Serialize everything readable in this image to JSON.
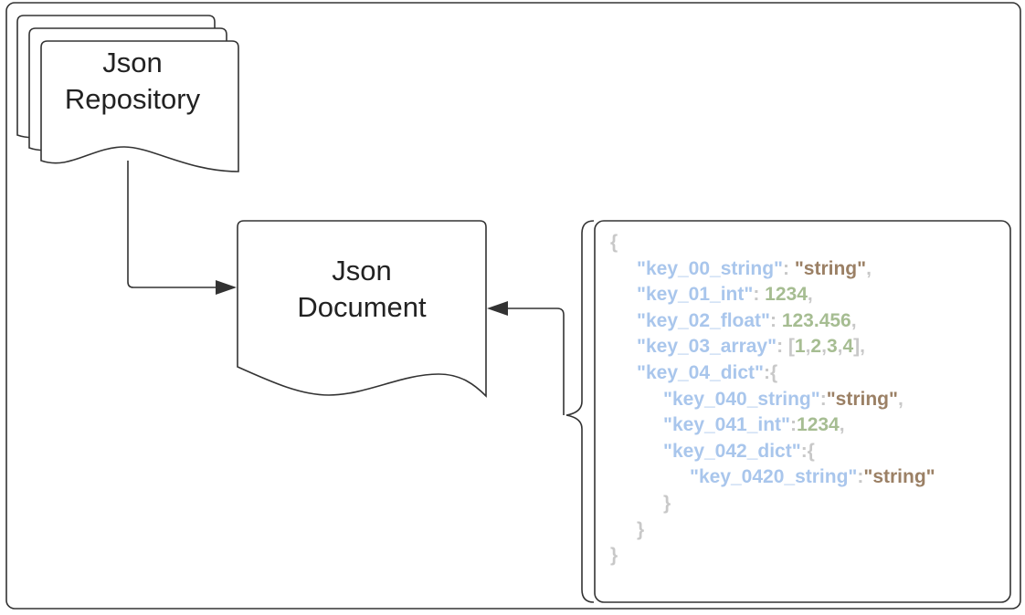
{
  "colors": {
    "frame": "#333333",
    "key": "#a9c6ec",
    "string": "#9b8065",
    "number": "#a6bd92",
    "punct": "#c8c8c8"
  },
  "repository": {
    "line1": "Json",
    "line2": "Repository"
  },
  "document": {
    "line1": "Json",
    "line2": "Document"
  },
  "json_sample": {
    "lines": [
      {
        "indent": 0,
        "parts": [
          {
            "t": "punct",
            "v": "{"
          }
        ]
      },
      {
        "indent": 1,
        "parts": [
          {
            "t": "key",
            "v": "\"key_00_string\""
          },
          {
            "t": "punct",
            "v": ": "
          },
          {
            "t": "str",
            "v": "\"string\""
          },
          {
            "t": "punct",
            "v": ","
          }
        ]
      },
      {
        "indent": 1,
        "parts": [
          {
            "t": "key",
            "v": "\"key_01_int\""
          },
          {
            "t": "punct",
            "v": ": "
          },
          {
            "t": "num",
            "v": "1234"
          },
          {
            "t": "punct",
            "v": ","
          }
        ]
      },
      {
        "indent": 1,
        "parts": [
          {
            "t": "key",
            "v": "\"key_02_float\""
          },
          {
            "t": "punct",
            "v": ": "
          },
          {
            "t": "num",
            "v": "123.456"
          },
          {
            "t": "punct",
            "v": ","
          }
        ]
      },
      {
        "indent": 1,
        "parts": [
          {
            "t": "key",
            "v": "\"key_03_array\""
          },
          {
            "t": "punct",
            "v": ": ["
          },
          {
            "t": "num",
            "v": "1"
          },
          {
            "t": "punct",
            "v": ","
          },
          {
            "t": "num",
            "v": "2"
          },
          {
            "t": "punct",
            "v": ","
          },
          {
            "t": "num",
            "v": "3"
          },
          {
            "t": "punct",
            "v": ","
          },
          {
            "t": "num",
            "v": "4"
          },
          {
            "t": "punct",
            "v": "],"
          }
        ]
      },
      {
        "indent": 1,
        "parts": [
          {
            "t": "key",
            "v": "\"key_04_dict\""
          },
          {
            "t": "punct",
            "v": ":{"
          }
        ]
      },
      {
        "indent": 2,
        "parts": [
          {
            "t": "key",
            "v": "\"key_040_string\""
          },
          {
            "t": "punct",
            "v": ":"
          },
          {
            "t": "str",
            "v": "\"string\""
          },
          {
            "t": "punct",
            "v": ","
          }
        ]
      },
      {
        "indent": 2,
        "parts": [
          {
            "t": "key",
            "v": "\"key_041_int\""
          },
          {
            "t": "punct",
            "v": ":"
          },
          {
            "t": "num",
            "v": "1234"
          },
          {
            "t": "punct",
            "v": ","
          }
        ]
      },
      {
        "indent": 2,
        "parts": [
          {
            "t": "key",
            "v": "\"key_042_dict\""
          },
          {
            "t": "punct",
            "v": ":{"
          }
        ]
      },
      {
        "indent": 3,
        "parts": [
          {
            "t": "key",
            "v": "\"key_0420_string\""
          },
          {
            "t": "punct",
            "v": ":"
          },
          {
            "t": "str",
            "v": "\"string\""
          }
        ]
      },
      {
        "indent": 2,
        "parts": [
          {
            "t": "punct",
            "v": "}"
          }
        ]
      },
      {
        "indent": 1,
        "parts": [
          {
            "t": "punct",
            "v": "}"
          }
        ]
      },
      {
        "indent": 0,
        "parts": [
          {
            "t": "punct",
            "v": "}"
          }
        ]
      }
    ]
  }
}
